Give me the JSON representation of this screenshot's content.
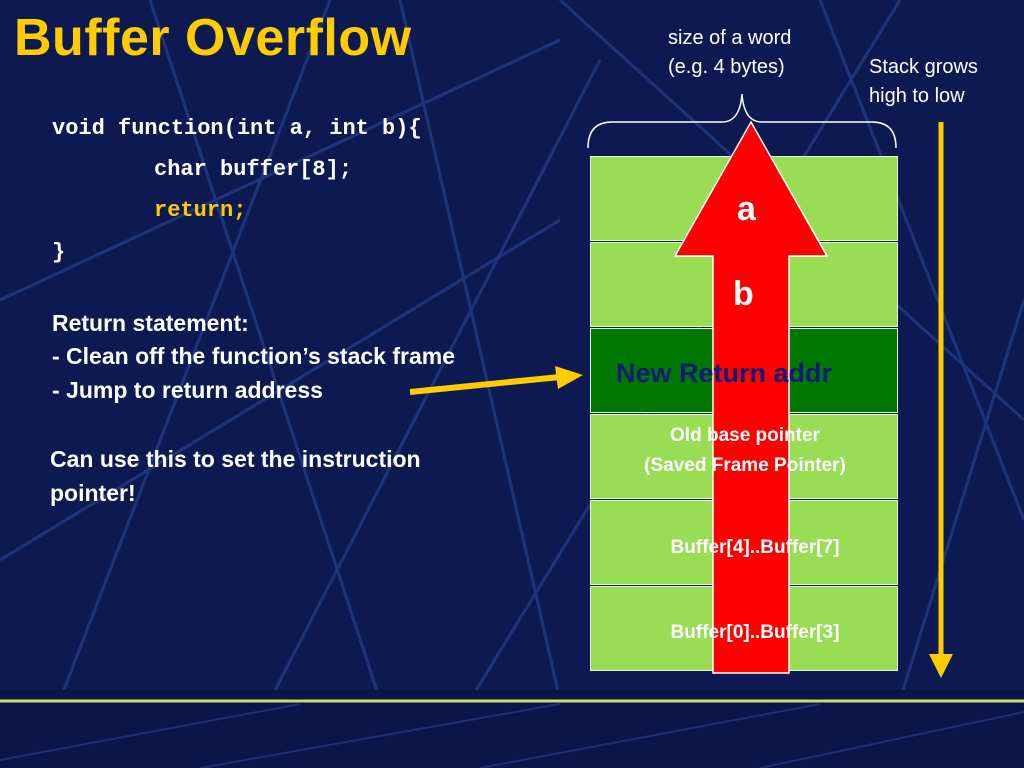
{
  "title": "Buffer Overflow",
  "code": {
    "line1": "void function(int a, int b){",
    "line2": "char buffer[8];",
    "line3": "return;",
    "line4": "}"
  },
  "explanation": {
    "heading": "Return statement:",
    "bullet1": " - Clean off the function’s stack frame",
    "bullet2": " - Jump to return address",
    "conclusion_line1": "Can use this to set the instruction",
    "conclusion_line2": "pointer!"
  },
  "annotations": {
    "word_size_line1": "size of a word",
    "word_size_line2": "(e.g. 4 bytes)",
    "stack_dir_line1": "Stack grows",
    "stack_dir_line2": "high to low"
  },
  "stack_cells": {
    "cell_a": "a",
    "cell_b": "b",
    "ret": "New Return addr",
    "fp_line1": "Old base pointer",
    "fp_line2": "(Saved Frame Pointer)",
    "buf_hi": "Buffer[4]..Buffer[7]",
    "buf_lo": "Buffer[0]..Buffer[3]"
  },
  "colors": {
    "background": "#0d1a52",
    "title": "#ffcc00",
    "cell_light": "#99dd55",
    "cell_dark": "#007700",
    "overflow_arrow": "#ff0000",
    "pointer_arrow": "#ffcc00"
  }
}
